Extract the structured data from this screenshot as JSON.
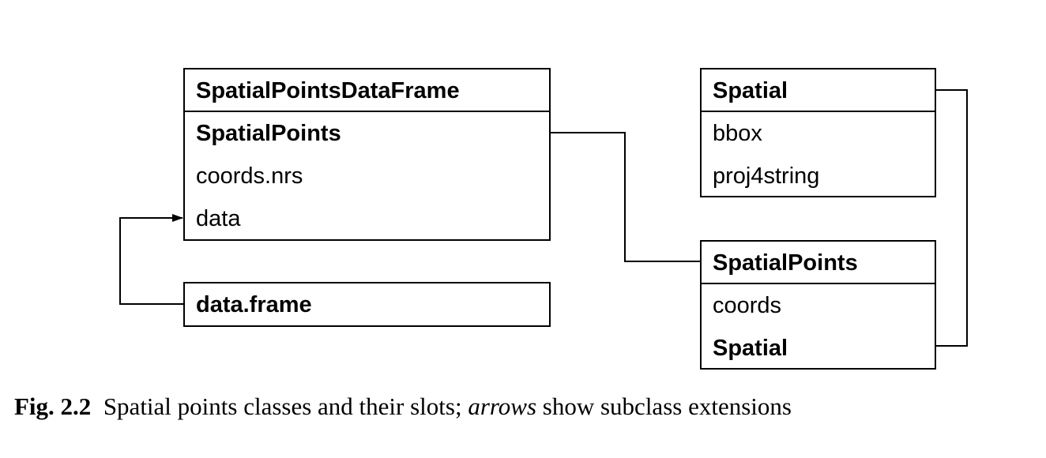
{
  "diagram": {
    "boxes": {
      "spdf": {
        "title": "SpatialPointsDataFrame",
        "slots": [
          "SpatialPoints",
          "coords.nrs",
          "data"
        ]
      },
      "dataframe": {
        "title": "data.frame"
      },
      "spatial": {
        "title": "Spatial",
        "slots": [
          "bbox",
          "proj4string"
        ]
      },
      "spatialpoints": {
        "title": "SpatialPoints",
        "slots": [
          "coords",
          "Spatial"
        ]
      }
    },
    "edges": [
      {
        "from": "data.frame",
        "to": "SpatialPointsDataFrame.data"
      },
      {
        "from": "SpatialPoints",
        "to": "SpatialPointsDataFrame.SpatialPoints"
      },
      {
        "from": "Spatial",
        "to": "SpatialPoints.Spatial"
      }
    ]
  },
  "caption": {
    "label": "Fig. 2.2",
    "text_before": "Spatial points classes and their slots;",
    "emphasis": "arrows",
    "text_after": "show subclass extensions"
  },
  "colors": {
    "line": "#000000",
    "background": "#ffffff"
  }
}
